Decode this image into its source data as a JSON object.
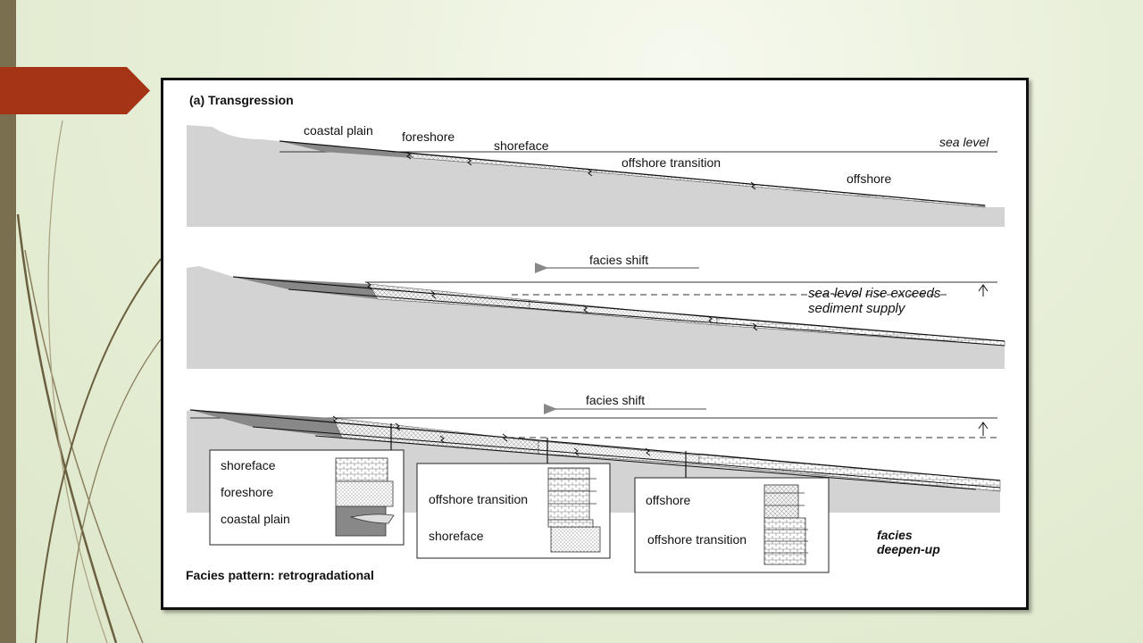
{
  "panel_title": "(a) Transgression",
  "zones": {
    "coastal_plain": "coastal plain",
    "foreshore": "foreshore",
    "shoreface": "shoreface",
    "offshore_transition": "offshore transition",
    "offshore": "offshore"
  },
  "sea_level_label": "sea level",
  "facies_shift_label": "facies shift",
  "rise_note": {
    "line1": "sea-level rise exceeds",
    "line2": "sediment supply"
  },
  "logs": {
    "log1": [
      "shoreface",
      "foreshore",
      "coastal plain"
    ],
    "log2": [
      "offshore transition",
      "shoreface"
    ],
    "log3": [
      "offshore",
      "offshore transition"
    ]
  },
  "deepen_label": {
    "line1": "facies",
    "line2": "deepen-up"
  },
  "pattern_caption": "Facies pattern: retrogradational",
  "colors": {
    "accent_tab": "#a53417",
    "side_bar": "#7a7050",
    "basement": "#d3d3d3",
    "coastal_fill": "#888888"
  }
}
